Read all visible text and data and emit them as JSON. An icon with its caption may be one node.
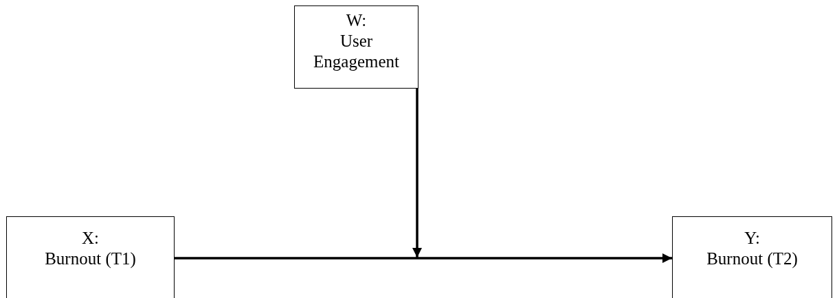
{
  "diagram": {
    "nodes": [
      {
        "text": [
          "W:",
          "User Engagement"
        ]
      },
      {
        "text": [
          "X:",
          "Burnout (T1)"
        ]
      },
      {
        "text": [
          "Y:",
          "Burnout (T2)"
        ]
      }
    ],
    "edges": [
      {
        "from": 1,
        "to": 2,
        "arrow": "to"
      },
      {
        "from": 0,
        "to": null,
        "arrow": "to"
      }
    ]
  }
}
